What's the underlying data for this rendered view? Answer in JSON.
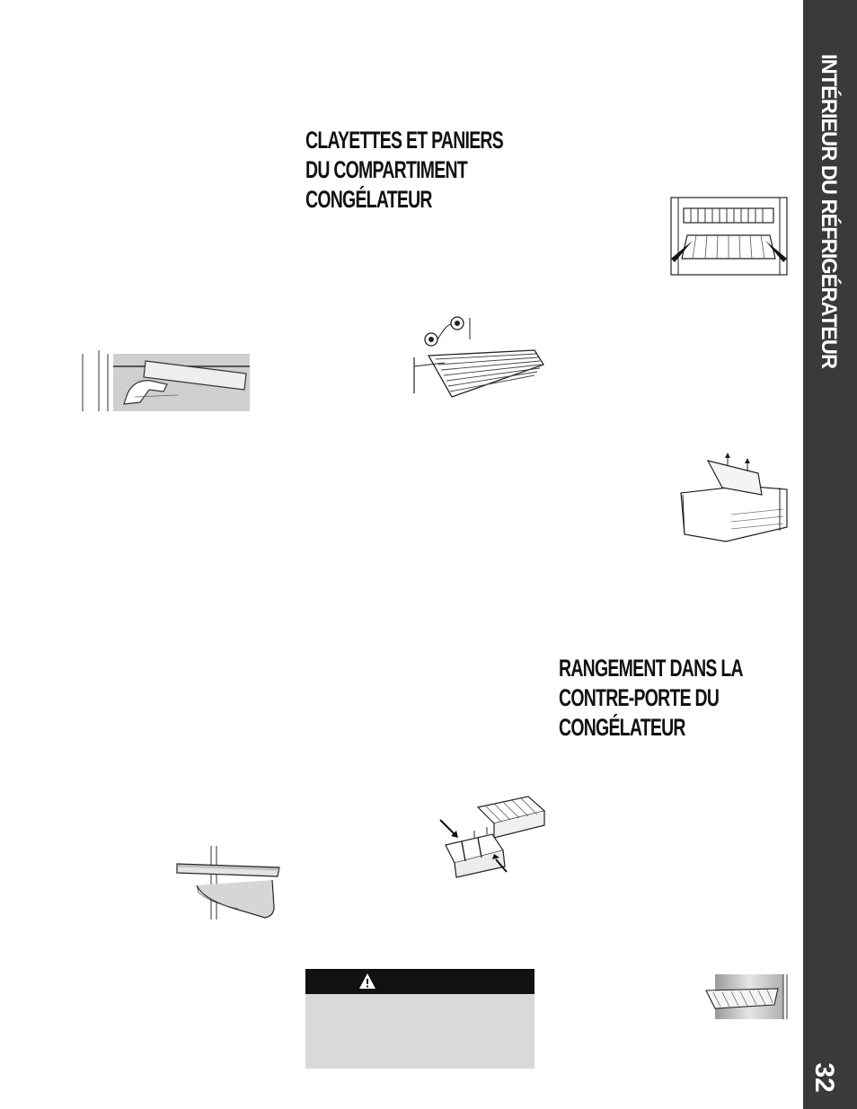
{
  "page": {
    "section_tab_title": "Intérieur du réfrigérateur",
    "page_number": "32"
  },
  "headings": {
    "freezer_shelves": [
      "Clayettes et paniers",
      "du compartiment",
      "congélateur"
    ],
    "freezer_door_storage": [
      "Rangement dans la",
      "contre-porte du",
      "congélateur"
    ]
  },
  "figures": [
    {
      "name": "shelf-removal-illustration"
    },
    {
      "name": "wire-shelf-illustration"
    },
    {
      "name": "freezer-basket-illustration"
    },
    {
      "name": "basket-cover-illustration"
    },
    {
      "name": "shelf-edge-illustration"
    },
    {
      "name": "basket-dividers-illustration"
    },
    {
      "name": "door-bin-illustration"
    }
  ],
  "warning": {
    "icon": "warning-triangle-icon",
    "bar_color": "#111111",
    "box_color": "#d9d9d9"
  },
  "colors": {
    "side_tab": "#3a3a3a",
    "text": "#111111"
  }
}
